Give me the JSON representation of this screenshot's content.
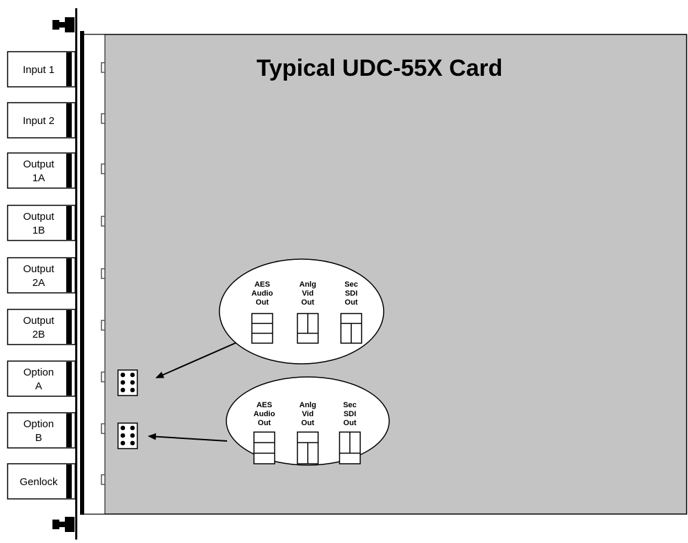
{
  "title": "Typical UDC-55X Card",
  "connectors": [
    {
      "line1": "Input 1",
      "line2": ""
    },
    {
      "line1": "Input 2",
      "line2": ""
    },
    {
      "line1": "Output",
      "line2": "1A"
    },
    {
      "line1": "Output",
      "line2": "1B"
    },
    {
      "line1": "Output",
      "line2": "2A"
    },
    {
      "line1": "Output",
      "line2": "2B"
    },
    {
      "line1": "Option",
      "line2": "A"
    },
    {
      "line1": "Option",
      "line2": "B"
    },
    {
      "line1": "Genlock",
      "line2": ""
    }
  ],
  "callouts": [
    {
      "jumper": "option-a",
      "modes": [
        {
          "l1": "AES",
          "l2": "Audio",
          "l3": "Out",
          "pattern": "aes"
        },
        {
          "l1": "Anlg",
          "l2": "Vid",
          "l3": "Out",
          "pattern": "anlg-a"
        },
        {
          "l1": "Sec",
          "l2": "SDI",
          "l3": "Out",
          "pattern": "sdi-a"
        }
      ]
    },
    {
      "jumper": "option-b",
      "modes": [
        {
          "l1": "AES",
          "l2": "Audio",
          "l3": "Out",
          "pattern": "aes"
        },
        {
          "l1": "Anlg",
          "l2": "Vid",
          "l3": "Out",
          "pattern": "anlg-b"
        },
        {
          "l1": "Sec",
          "l2": "SDI",
          "l3": "Out",
          "pattern": "sdi-b"
        }
      ]
    }
  ],
  "colors": {
    "card": "#c4c4c4",
    "rail": "#000000",
    "panel": "#ffffff"
  }
}
